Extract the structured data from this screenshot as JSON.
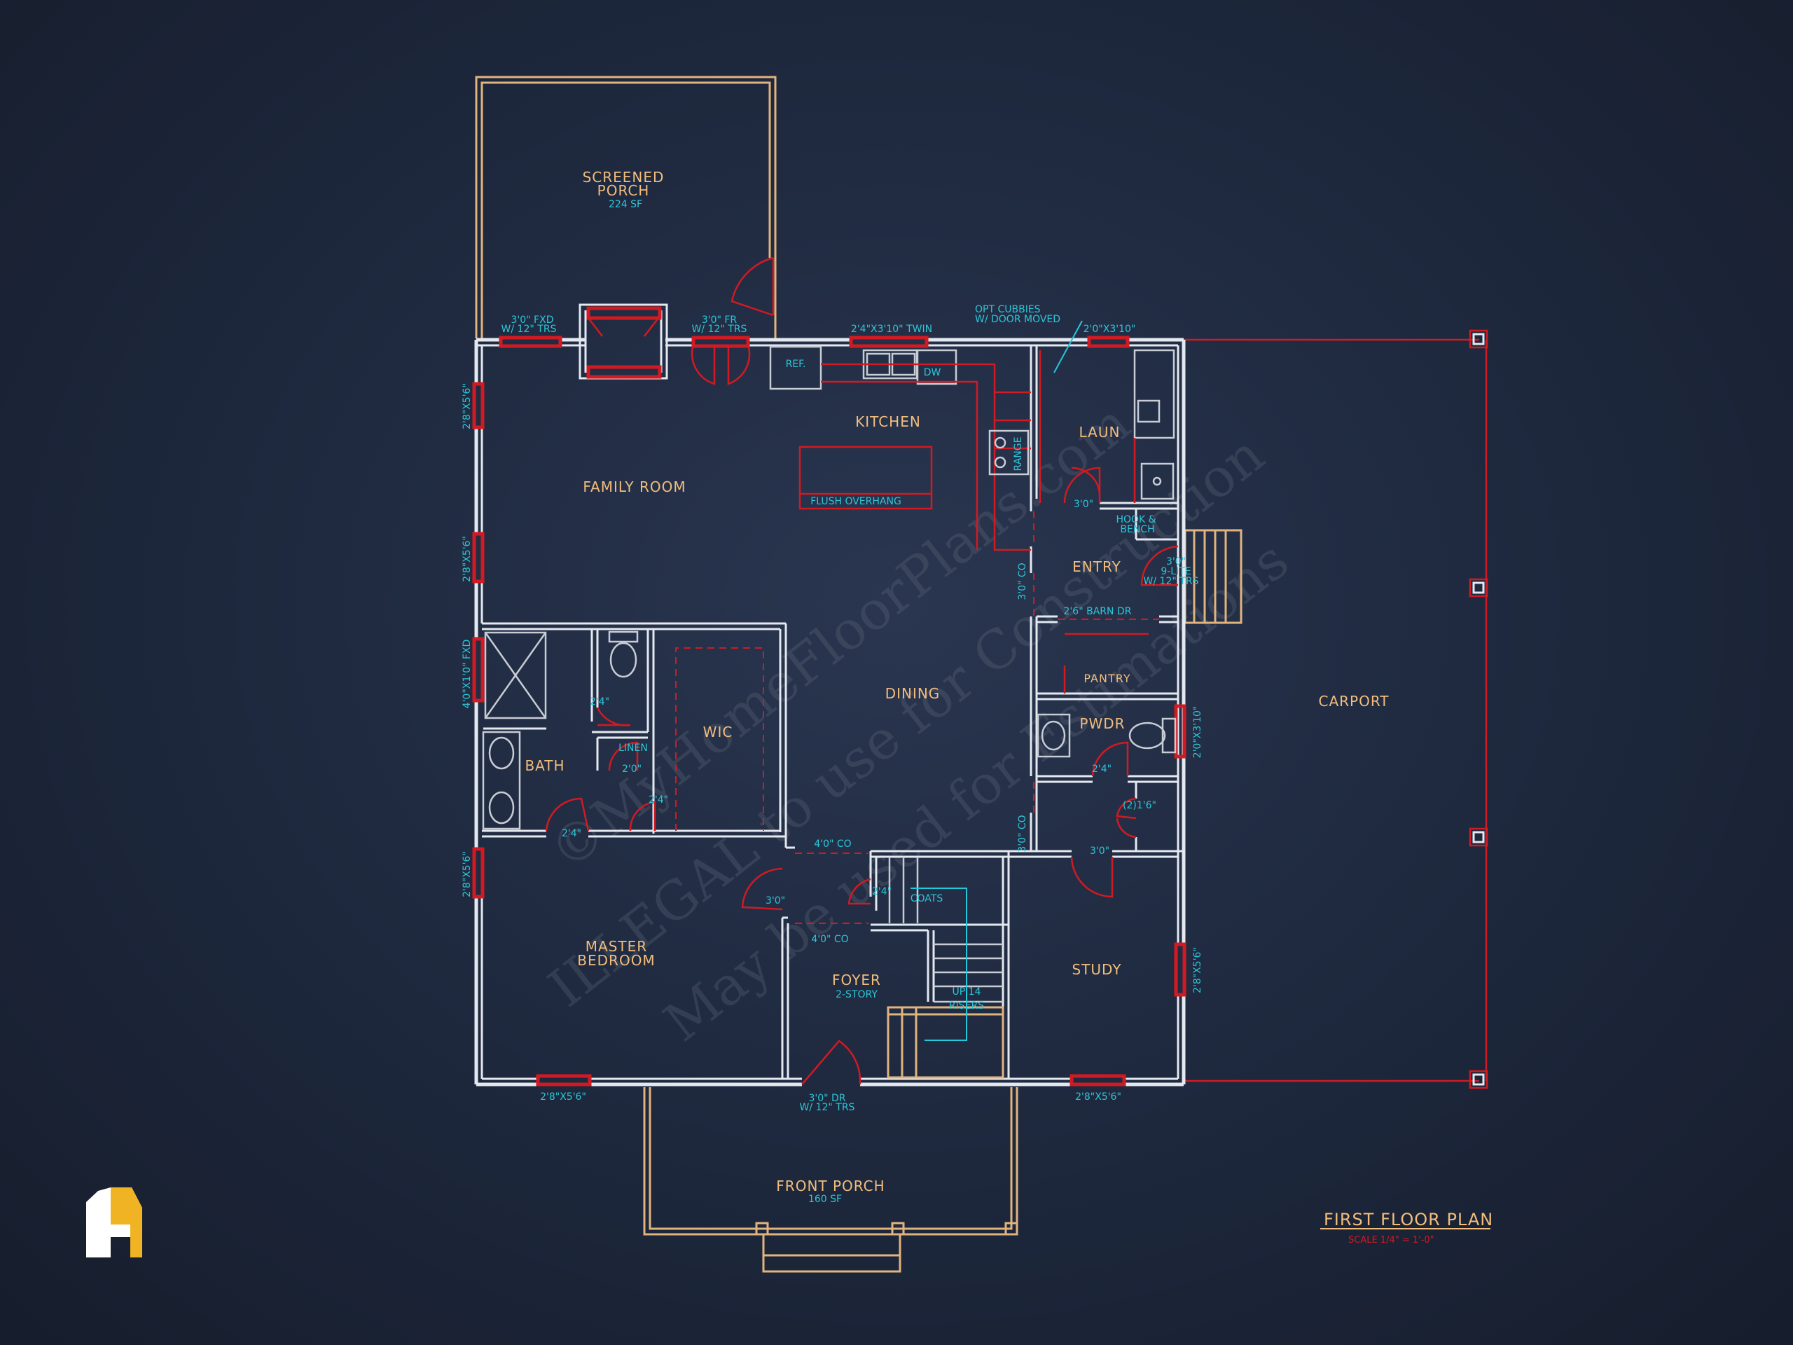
{
  "rooms": {
    "screened_porch_1": "SCREENED",
    "screened_porch_2": "PORCH",
    "screened_porch_sf": "224 SF",
    "kitchen": "KITCHEN",
    "laun": "LAUN",
    "family_room": "FAMILY ROOM",
    "entry": "ENTRY",
    "dining": "DINING",
    "pantry": "PANTRY",
    "pwdr": "PWDR",
    "carport": "CARPORT",
    "bath": "BATH",
    "wic": "WIC",
    "master_1": "MASTER",
    "master_2": "BEDROOM",
    "foyer": "FOYER",
    "foyer_sub": "2-STORY",
    "study": "STUDY",
    "front_porch": "FRONT PORCH",
    "front_porch_sf": "160 SF"
  },
  "notes": {
    "fxd_1": "3'0\" FXD",
    "fxd_2": "W/ 12\" TRS",
    "fr_1": "3'0\" FR",
    "fr_2": "W/ 12\" TRS",
    "twin": "2'4\"X3'10\" TWIN",
    "cubbies_1": "OPT CUBBIES",
    "cubbies_2": "W/ DOOR MOVED",
    "win_laun": "2'0\"X3'10\"",
    "ref": "REF.",
    "dw": "DW",
    "range": "RANGE",
    "flush": "FLUSH OVERHANG",
    "door_30_laun": "3'0\"",
    "hook_1": "HOOK &",
    "hook_2": "BENCH",
    "lite_1": "3'0\"",
    "lite_2": "9-LITE",
    "lite_3": "W/ 12\" TRS",
    "co_30_upper": "3'0\" CO",
    "barn": "2'6\" BARN DR",
    "win_286_1": "2'8\"X5'6\"",
    "win_286_2": "2'8\"X5'6\"",
    "win_bath": "4'0\"X1'0\" FXD",
    "win_master_w": "2'8\"X5'6\"",
    "win_master_s": "2'8\"X5'6\"",
    "win_study_s": "2'8\"X5'6\"",
    "win_study_e": "2'8\"X5'6\"",
    "win_pwdr": "2'0\"X3'10\"",
    "d24_wc": "2'4\"",
    "linen": "LINEN",
    "d20": "2'0\"",
    "d24_wic": "2'4\"",
    "d24_bath": "2'4\"",
    "d24_pwdr": "2'4\"",
    "d21_6": "(2)1'6\"",
    "d30_study": "3'0\"",
    "co_30_lower": "3'0\" CO",
    "co_40_top": "4'0\" CO",
    "co_40_bot": "4'0\" CO",
    "d30_master": "3'0\"",
    "d24_coats": "2'4\"",
    "coats": "COATS",
    "up": "UP 14",
    "risers": "RISERS",
    "front_dr_1": "3'0\" DR",
    "front_dr_2": "W/ 12\" TRS"
  },
  "watermark": {
    "line1": "©MyHomeFloorPlans.com",
    "line2": "ILLEGAL to use for Construction",
    "line3": "May be used for Estimations"
  },
  "title": {
    "plan": "FIRST FLOOR PLAN",
    "scale": "SCALE 1/4\" = 1'-0\""
  },
  "logo_icon": "house-h-logo-icon"
}
